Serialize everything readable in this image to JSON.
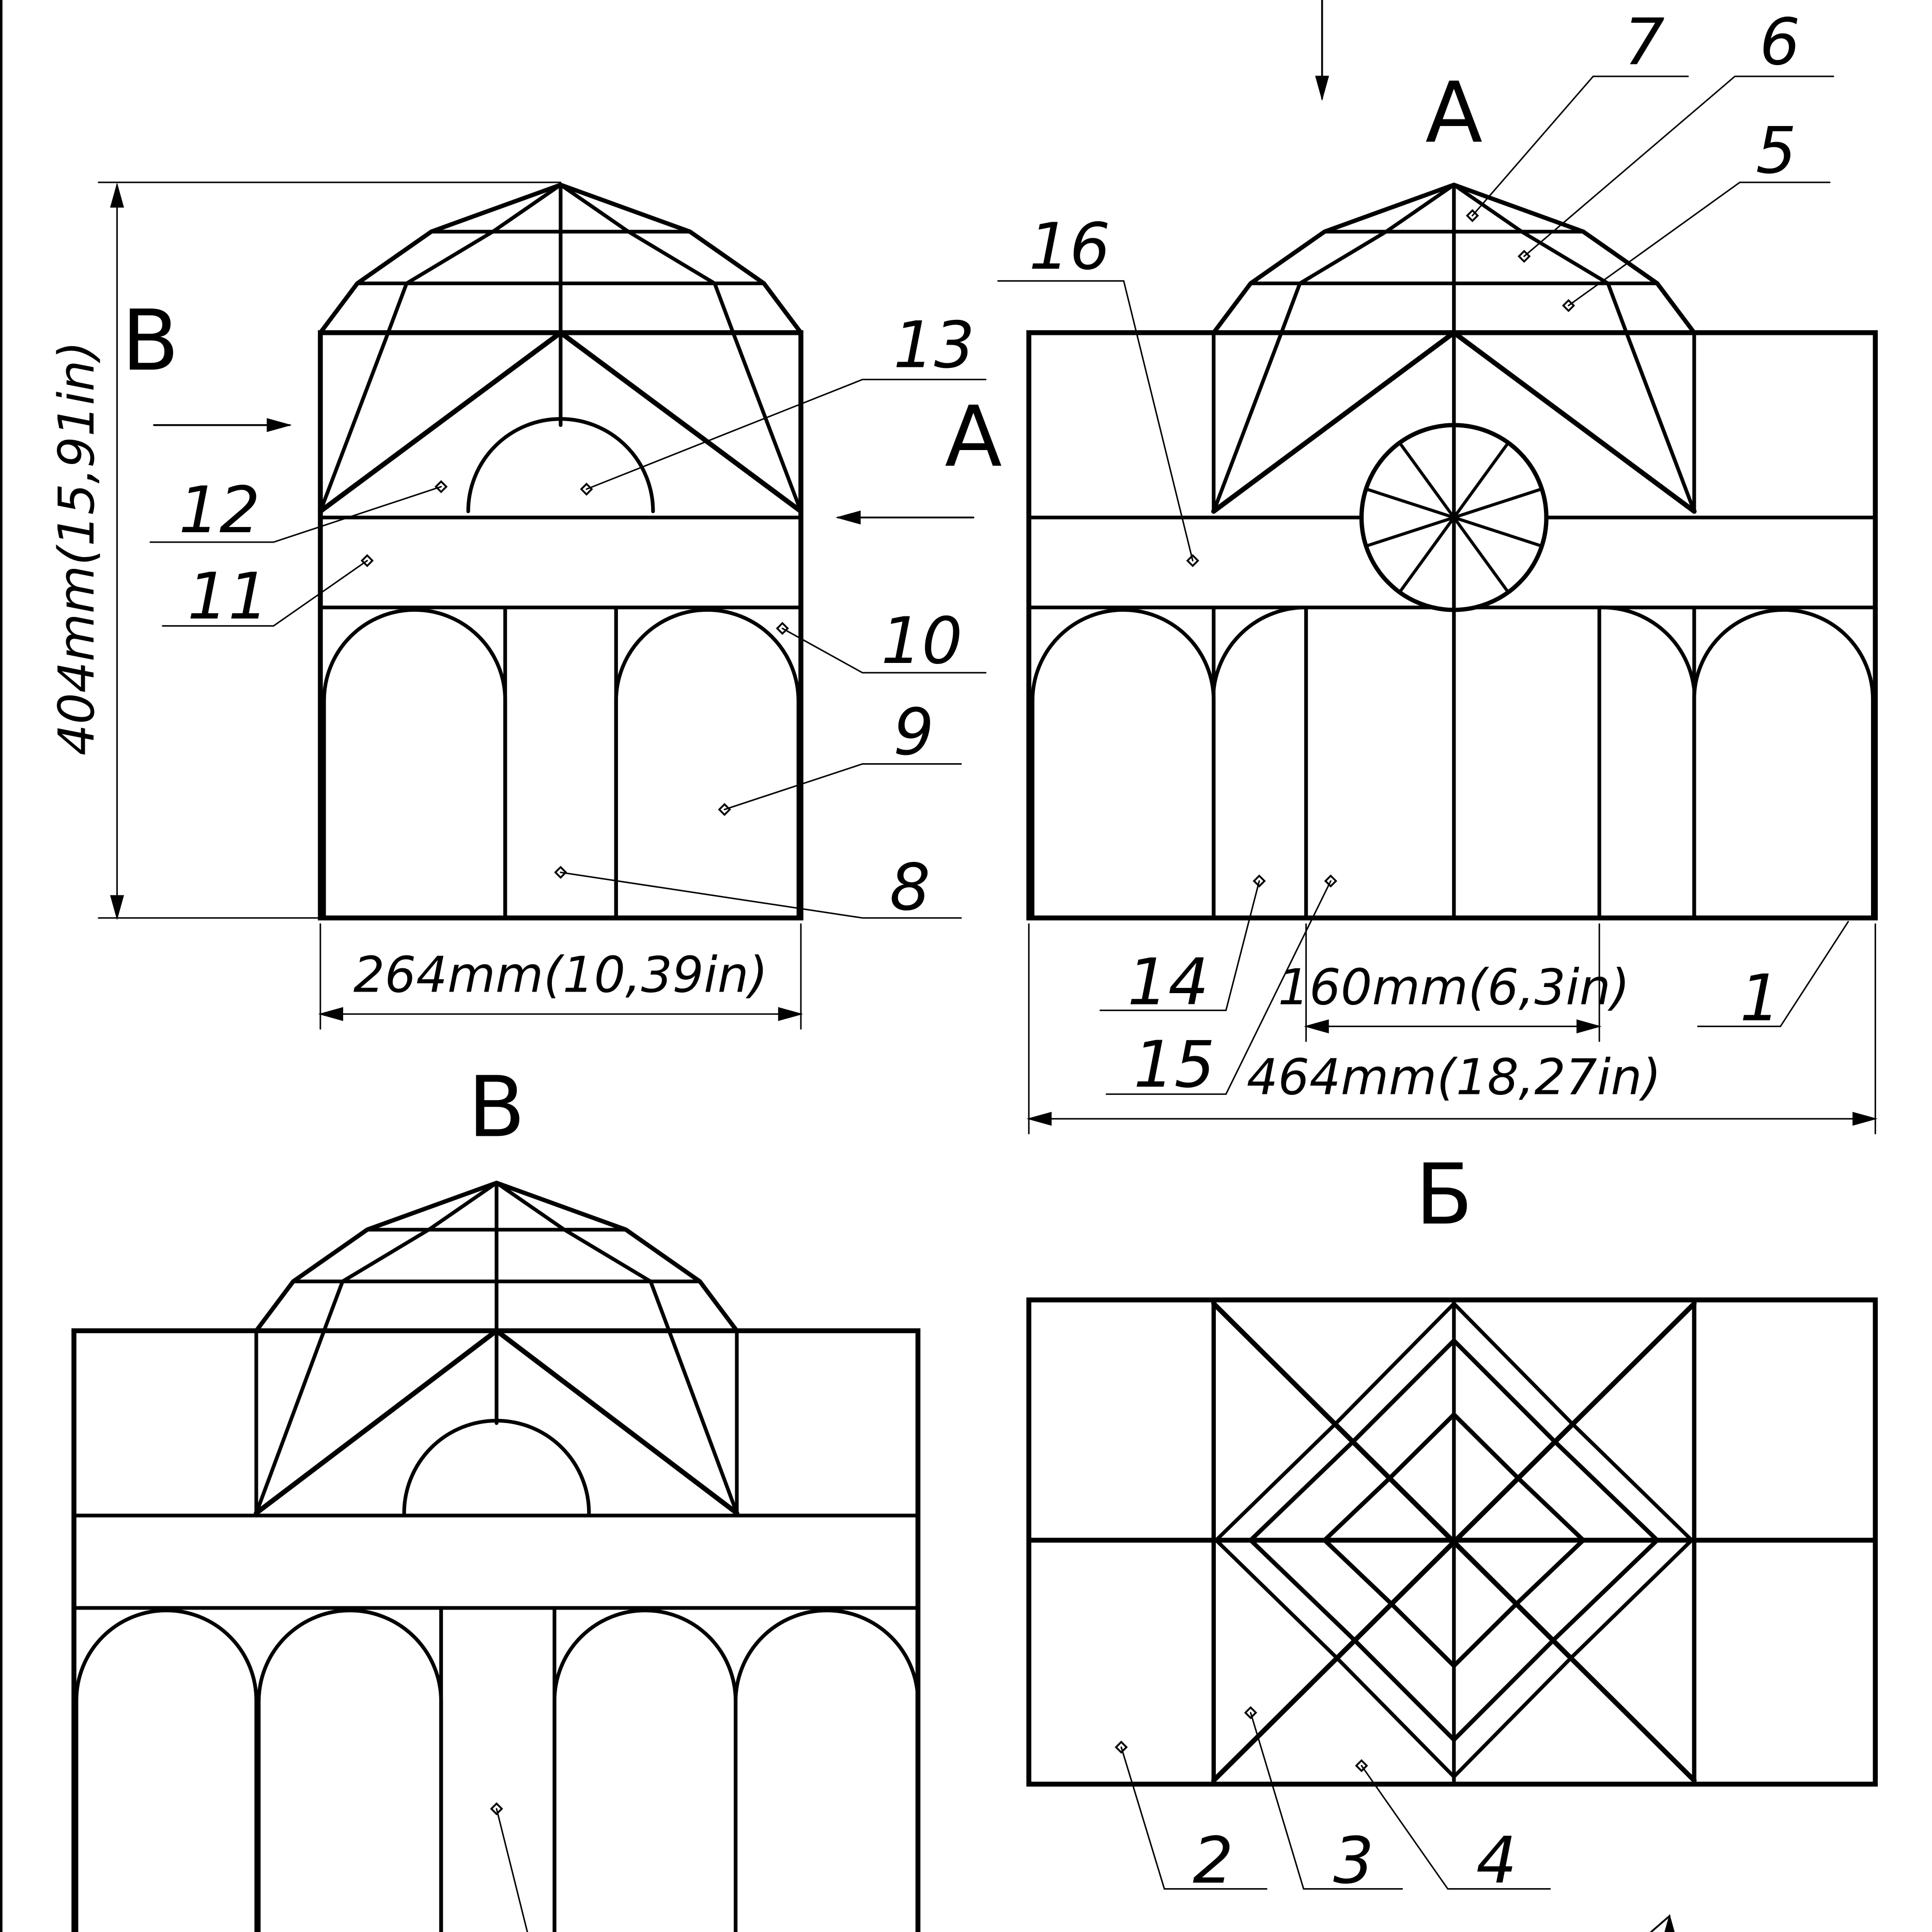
{
  "view_labels": {
    "A_top": "A",
    "A_side": "A",
    "B_side": "B",
    "B_view": "B",
    "Be_view": "Б"
  },
  "callouts": [
    "1",
    "2",
    "3",
    "4",
    "5",
    "6",
    "7",
    "8",
    "9",
    "10",
    "11",
    "12",
    "13",
    "14",
    "15",
    "16"
  ],
  "dimensions": {
    "height": "404mm(15,91in)",
    "width_side": "264mm(10,39in)",
    "width_front": "464mm(18,27in)",
    "width_middle": "160mm(6,3in)"
  },
  "colors": {
    "line": "#000000",
    "background": "#ffffff"
  }
}
